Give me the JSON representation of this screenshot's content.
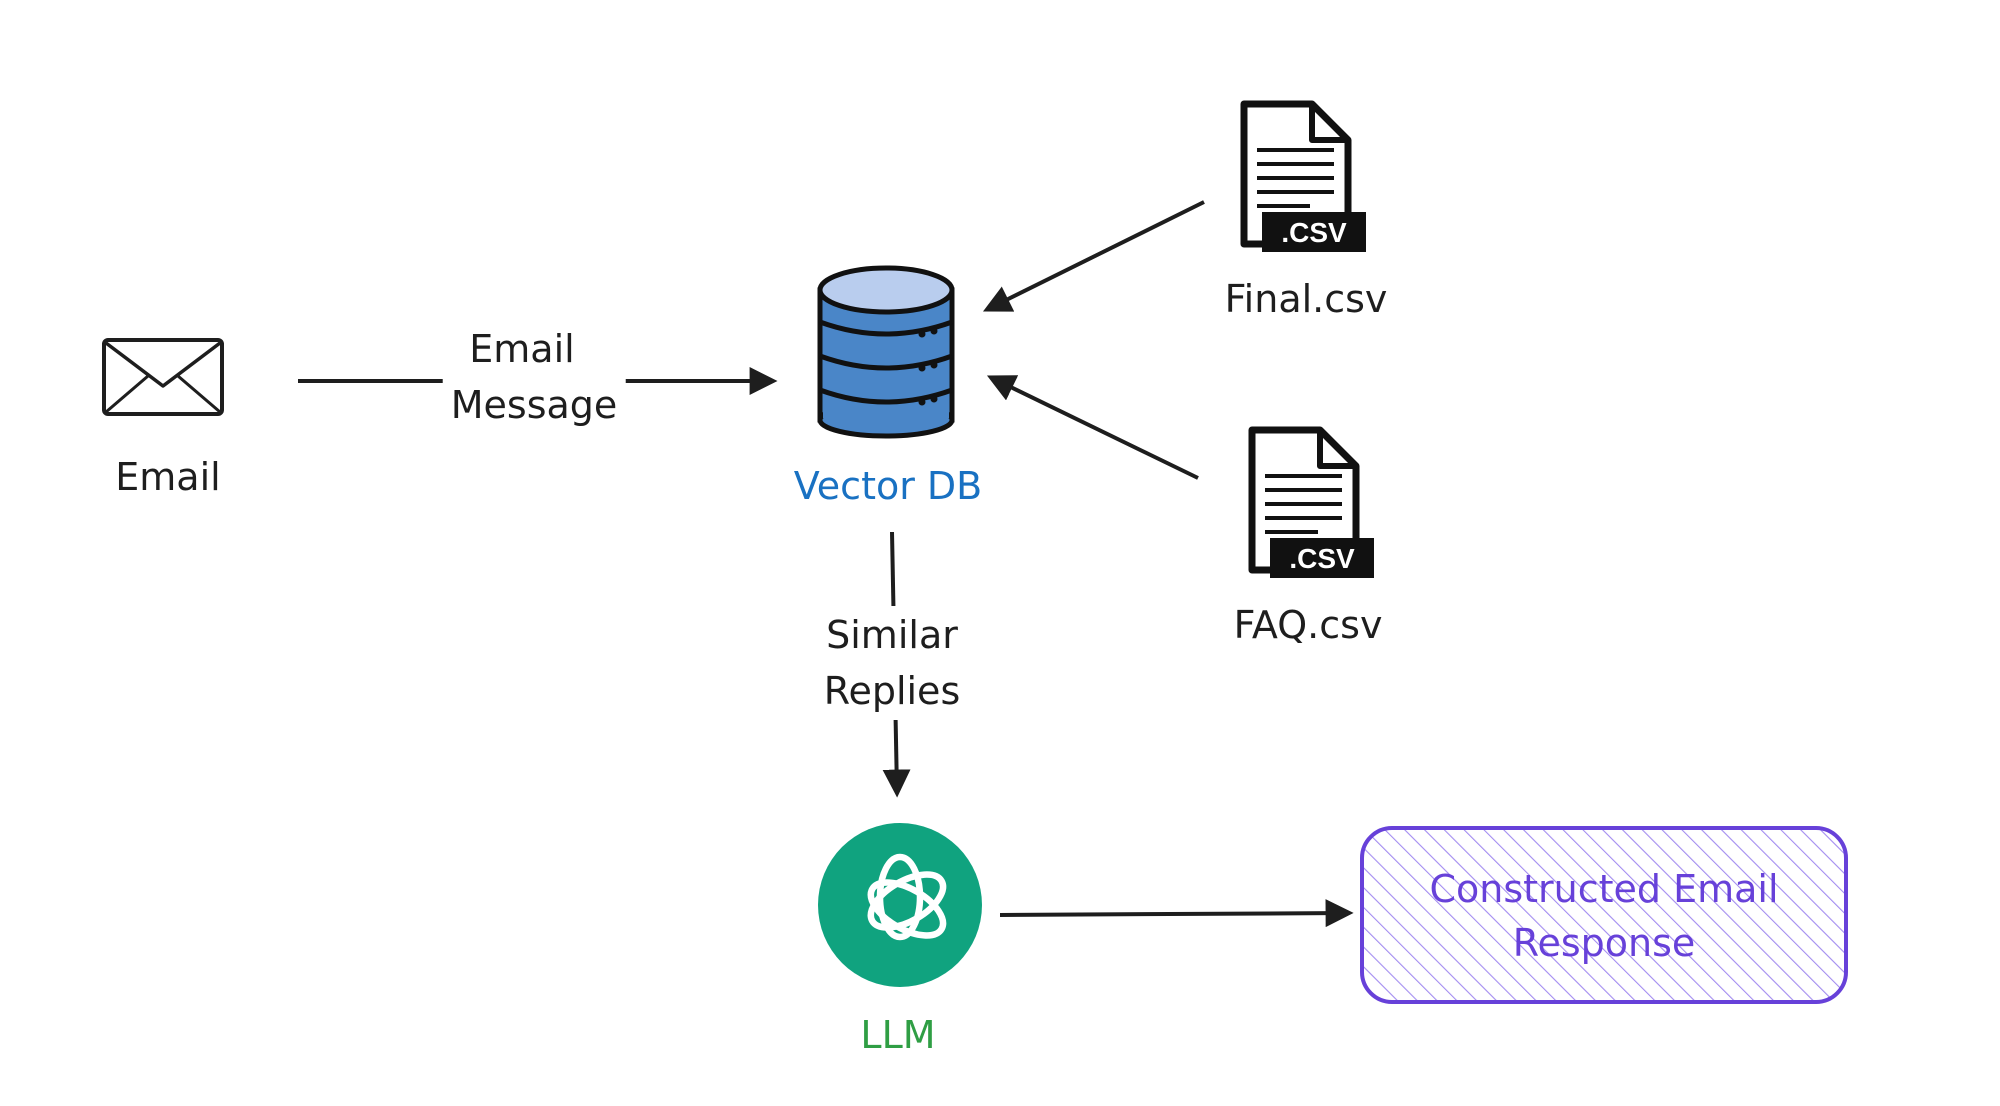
{
  "nodes": {
    "email": {
      "label": "Email",
      "icon": "envelope-icon"
    },
    "vector_db": {
      "label": "Vector DB",
      "icon": "database-icon",
      "color": "#1971c2",
      "fill": "#4a86c8"
    },
    "final_csv": {
      "label": "Final.csv",
      "icon": "csv-file-icon",
      "badge": ".CSV"
    },
    "faq_csv": {
      "label": "FAQ.csv",
      "icon": "csv-file-icon",
      "badge": ".CSV"
    },
    "llm": {
      "label": "LLM",
      "icon": "openai-logo-icon",
      "color": "#2f9e44",
      "fill": "#10a37f"
    },
    "response": {
      "line1": "Constructed Email",
      "line2": "Response",
      "color": "#6741d9",
      "fill": "#e5dbff"
    }
  },
  "edges": {
    "email_to_db": {
      "line1": "Email",
      "line2": "Message"
    },
    "db_to_llm": {
      "line1": "Similar",
      "line2": "Replies"
    }
  }
}
